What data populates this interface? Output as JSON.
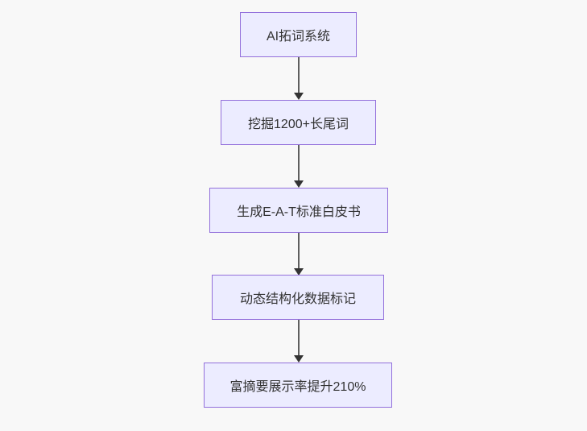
{
  "diagram": {
    "type": "flowchart",
    "direction": "top-down",
    "nodes": [
      {
        "id": "A",
        "label": "AI拓词系统"
      },
      {
        "id": "B",
        "label": "挖掘1200+长尾词"
      },
      {
        "id": "C",
        "label": "生成E-A-T标准白皮书"
      },
      {
        "id": "D",
        "label": "动态结构化数据标记"
      },
      {
        "id": "E",
        "label": "富摘要展示率提升210%"
      }
    ],
    "edges": [
      {
        "from": "AI拓词系统",
        "to": "挖掘1200+长尾词"
      },
      {
        "from": "挖掘1200+长尾词",
        "to": "生成E-A-T标准白皮书"
      },
      {
        "from": "生成E-A-T标准白皮书",
        "to": "动态结构化数据标记"
      },
      {
        "from": "动态结构化数据标记",
        "to": "富摘要展示率提升210%"
      }
    ],
    "colors": {
      "node_fill": "#ECECFF",
      "node_border": "#9370DB",
      "edge_line": "#5F5F5F",
      "arrowhead": "#333333",
      "text": "#333333",
      "background": "#F8F8F8"
    }
  }
}
